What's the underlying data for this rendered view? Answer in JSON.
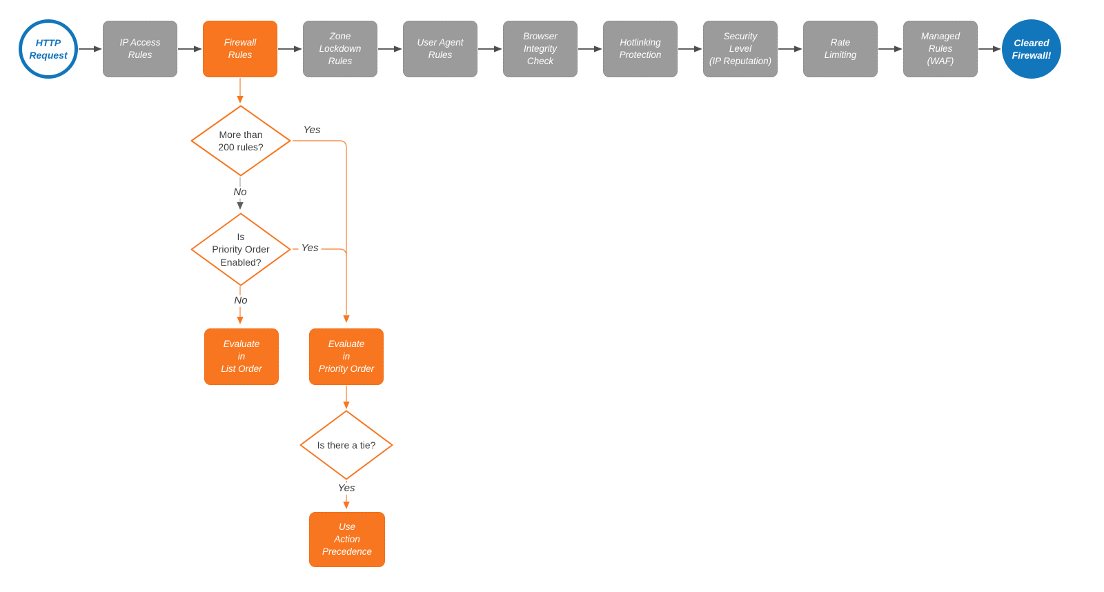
{
  "colors": {
    "accent_orange": "#f7761f",
    "step_gray": "#9b9b9b",
    "brand_blue": "#1276bc",
    "connector_dark": "#4d4d4d",
    "text_dark": "#3b3b3b",
    "node_text": "#ffffff"
  },
  "flow": {
    "start": {
      "lines": [
        "HTTP",
        "Request"
      ]
    },
    "steps": [
      {
        "lines": [
          "IP Access",
          "Rules"
        ],
        "state": "default"
      },
      {
        "lines": [
          "Firewall",
          "Rules"
        ],
        "state": "active"
      },
      {
        "lines": [
          "Zone",
          "Lockdown",
          "Rules"
        ],
        "state": "default"
      },
      {
        "lines": [
          "User Agent",
          "Rules"
        ],
        "state": "default"
      },
      {
        "lines": [
          "Browser",
          "Integrity",
          "Check"
        ],
        "state": "default"
      },
      {
        "lines": [
          "Hotlinking",
          "Protection"
        ],
        "state": "default"
      },
      {
        "lines": [
          "Security",
          "Level",
          "(IP Reputation)"
        ],
        "state": "default"
      },
      {
        "lines": [
          "Rate",
          "Limiting"
        ],
        "state": "default"
      },
      {
        "lines": [
          "Managed",
          "Rules",
          "(WAF)"
        ],
        "state": "default"
      }
    ],
    "end": {
      "lines": [
        "Cleared",
        "Firewall!"
      ]
    },
    "decisions": [
      {
        "lines": [
          "More than",
          "200 rules?"
        ],
        "yes": "Yes",
        "no": "No"
      },
      {
        "lines": [
          "Is",
          "Priority Order",
          "Enabled?"
        ],
        "yes": "Yes",
        "no": "No"
      },
      {
        "lines": [
          "Is there a tie?"
        ],
        "yes": "Yes"
      }
    ],
    "actions": [
      {
        "lines": [
          "Evaluate",
          "in",
          "List Order"
        ]
      },
      {
        "lines": [
          "Evaluate",
          "in",
          "Priority Order"
        ]
      },
      {
        "lines": [
          "Use",
          "Action",
          "Precedence"
        ]
      }
    ]
  }
}
